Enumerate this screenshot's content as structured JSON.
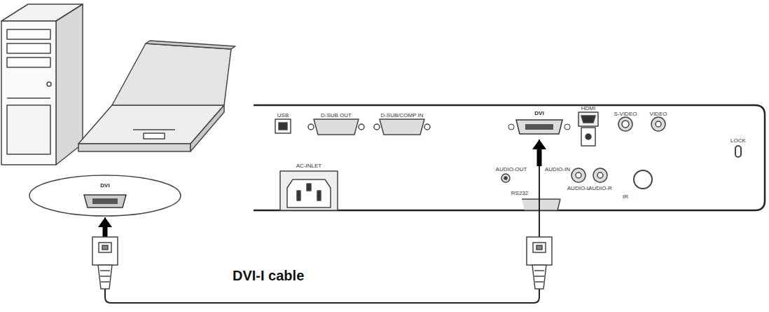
{
  "diagram": {
    "nodes": [
      {
        "text": [
          "DVI"
        ]
      },
      {
        "text": [
          "DVI"
        ]
      }
    ],
    "edges": [
      {
        "from": 0,
        "to": 1,
        "arrow": "both",
        "label": "DVI-I cable"
      }
    ],
    "labels": [
      "USB",
      "D-SUB OUT",
      "D-SUB/COMP IN",
      "HDMI",
      "S-VIDEO",
      "VIDEO",
      "LOCK",
      "AC-INLET",
      "AUDIO-OUT",
      "AUDIO-IN",
      "AUDIO-L",
      "AUDIO-R",
      "IR",
      "RS232"
    ]
  }
}
